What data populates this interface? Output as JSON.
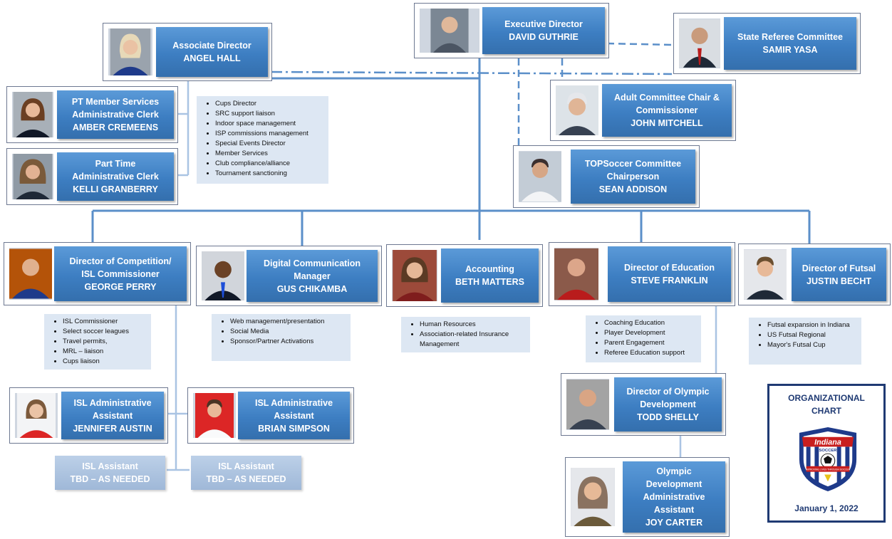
{
  "roles": {
    "exec": {
      "title": "Executive Director",
      "name": "DAVID GUTHRIE"
    },
    "ssrc": {
      "title": "State Referee Committee",
      "name": "SAMIR YASA"
    },
    "assoc": {
      "title": "Associate Director",
      "name": "ANGEL HALL"
    },
    "adult": {
      "title1": "Adult Committee Chair &",
      "title2": "Commissioner",
      "name": "JOHN MITCHELL"
    },
    "top": {
      "title1": "TOPSoccer Committee",
      "title2": "Chairperson",
      "name": "SEAN ADDISON"
    },
    "ptms": {
      "title1": "PT Member Services",
      "title2": "Administrative Clerk",
      "name": "AMBER CREMEENS"
    },
    "ptac": {
      "title1": "Part Time",
      "title2": "Administrative Clerk",
      "name": "KELLI GRANBERRY"
    },
    "comp": {
      "title1": "Director of Competition/",
      "title2": "ISL Commissioner",
      "name": "GEORGE PERRY"
    },
    "digital": {
      "title1": "Digital Communication",
      "title2": "Manager",
      "name": "GUS CHIKAMBA"
    },
    "acct": {
      "title": "Accounting",
      "name": "BETH MATTERS"
    },
    "edu": {
      "title": "Director of Education",
      "name": "STEVE FRANKLIN"
    },
    "futsal": {
      "title": "Director of Futsal",
      "name": "JUSTIN BECHT"
    },
    "isla1": {
      "title1": "ISL Administrative",
      "title2": "Assistant",
      "name": "JENNIFER AUSTIN"
    },
    "isla2": {
      "title1": "ISL Administrative",
      "title2": "Assistant",
      "name": "BRIAN SIMPSON"
    },
    "odp": {
      "title1": "Director of Olympic",
      "title2": "Development",
      "name": "TODD SHELLY"
    },
    "odpa": {
      "title1": "Olympic",
      "title2": "Development",
      "title3": "Administrative",
      "title4": "Assistant",
      "name": "JOY CARTER"
    },
    "tbd1": {
      "title": "ISL Assistant",
      "name": "TBD – AS NEEDED"
    },
    "tbd2": {
      "title": "ISL Assistant",
      "name": "TBD – AS NEEDED"
    }
  },
  "duties": {
    "assoc": [
      "Cups Director",
      "SRC support liaison",
      "Indoor space management",
      "ISP commissions management",
      "Special Events Director",
      "Member Services",
      "Club compliance/alliance",
      "Tournament sanctioning"
    ],
    "comp": [
      "ISL Commissioner",
      "Select soccer leagues",
      "Travel permits,",
      "MRL – liaison",
      "Cups liaison"
    ],
    "digital": [
      "Web management/presentation",
      "Social Media",
      "Sponsor/Partner Activations"
    ],
    "acct": [
      "Human Resources",
      "Association-related Insurance Management"
    ],
    "edu": [
      "Coaching Education",
      "Player Development",
      "Parent Engagement",
      "Referee Education support"
    ],
    "futsal": [
      "Futsal expansion in Indiana",
      "US Futsal Regional",
      "Mayor's Futsal Cup"
    ]
  },
  "legend": {
    "title1": "ORGANIZATIONAL",
    "title2": "CHART",
    "logo_word": "Indiana",
    "logo_sub": "SOCCER",
    "logo_motto": "IMPROVING LIVES THROUGH SOCCER",
    "date": "January 1, 2022"
  },
  "colors": {
    "box_blue": "#3d7ec2",
    "line_blue": "#5b8fc9",
    "legend_navy": "#1f3a73"
  }
}
